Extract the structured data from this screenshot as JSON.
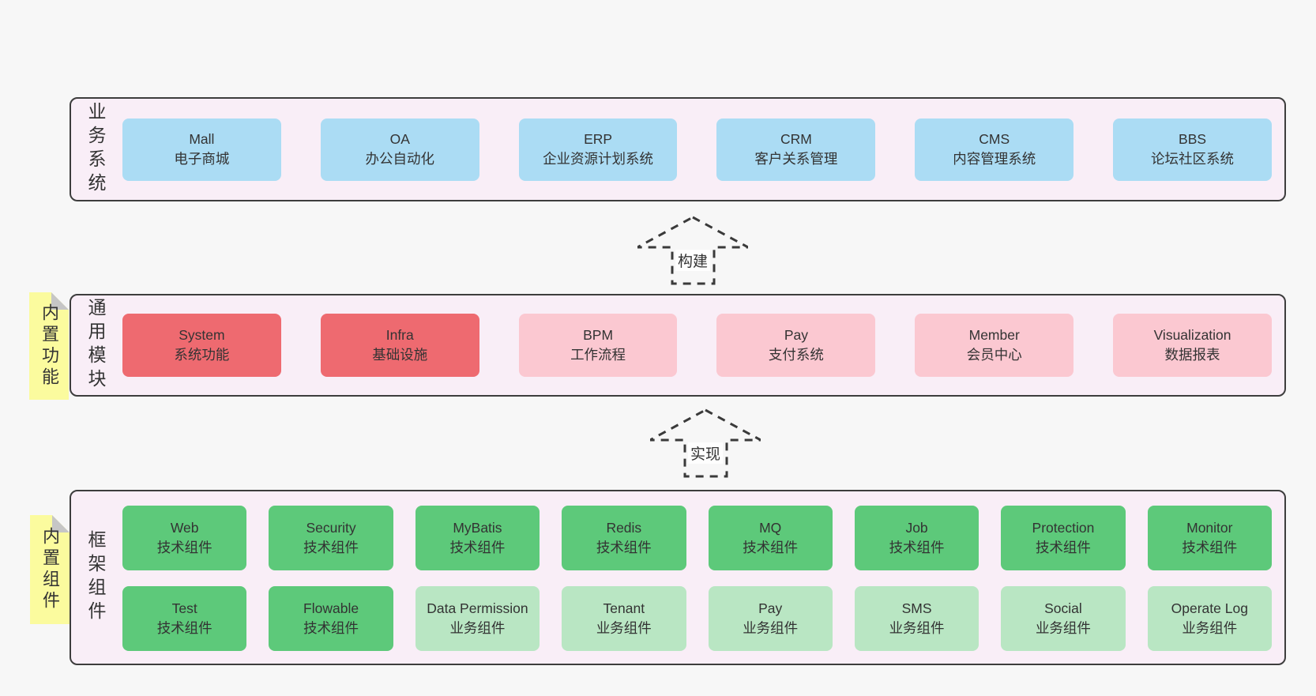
{
  "colors": {
    "page_bg": "#f7f7f7",
    "panel_bg": "#f9eef7",
    "panel_border": "#3d3d3d",
    "blue_box": "#abdcf4",
    "red_box": "#ee6a70",
    "pink_box": "#fbc8d1",
    "green_box": "#5dc97a",
    "light_green_box": "#b9e6c3",
    "sticky_yellow": "#fbfb9e",
    "sticky_fold_gray": "#c6c6c6",
    "text": "#333333"
  },
  "business": {
    "label": "业务系统",
    "boxes": [
      {
        "en": "Mall",
        "zh": "电子商城",
        "variant": "blue"
      },
      {
        "en": "OA",
        "zh": "办公自动化",
        "variant": "blue"
      },
      {
        "en": "ERP",
        "zh": "企业资源计划系统",
        "variant": "blue"
      },
      {
        "en": "CRM",
        "zh": "客户关系管理",
        "variant": "blue"
      },
      {
        "en": "CMS",
        "zh": "内容管理系统",
        "variant": "blue"
      },
      {
        "en": "BBS",
        "zh": "论坛社区系统",
        "variant": "blue"
      }
    ]
  },
  "modules": {
    "label": "通用模块",
    "sticky": "内置功能",
    "boxes": [
      {
        "en": "System",
        "zh": "系统功能",
        "variant": "red"
      },
      {
        "en": "Infra",
        "zh": "基础设施",
        "variant": "red"
      },
      {
        "en": "BPM",
        "zh": "工作流程",
        "variant": "pink"
      },
      {
        "en": "Pay",
        "zh": "支付系统",
        "variant": "pink"
      },
      {
        "en": "Member",
        "zh": "会员中心",
        "variant": "pink"
      },
      {
        "en": "Visualization",
        "zh": "数据报表",
        "variant": "pink"
      }
    ]
  },
  "components": {
    "label": "框架组件",
    "sticky": "内置组件",
    "rows": [
      [
        {
          "en": "Web",
          "zh": "技术组件",
          "variant": "green"
        },
        {
          "en": "Security",
          "zh": "技术组件",
          "variant": "green"
        },
        {
          "en": "MyBatis",
          "zh": "技术组件",
          "variant": "green"
        },
        {
          "en": "Redis",
          "zh": "技术组件",
          "variant": "green"
        },
        {
          "en": "MQ",
          "zh": "技术组件",
          "variant": "green"
        },
        {
          "en": "Job",
          "zh": "技术组件",
          "variant": "green"
        },
        {
          "en": "Protection",
          "zh": "技术组件",
          "variant": "green"
        },
        {
          "en": "Monitor",
          "zh": "技术组件",
          "variant": "green"
        }
      ],
      [
        {
          "en": "Test",
          "zh": "技术组件",
          "variant": "green"
        },
        {
          "en": "Flowable",
          "zh": "技术组件",
          "variant": "green"
        },
        {
          "en": "Data Permission",
          "zh": "业务组件",
          "variant": "light_green"
        },
        {
          "en": "Tenant",
          "zh": "业务组件",
          "variant": "light_green"
        },
        {
          "en": "Pay",
          "zh": "业务组件",
          "variant": "light_green"
        },
        {
          "en": "SMS",
          "zh": "业务组件",
          "variant": "light_green"
        },
        {
          "en": "Social",
          "zh": "业务组件",
          "variant": "light_green"
        },
        {
          "en": "Operate Log",
          "zh": "业务组件",
          "variant": "light_green"
        }
      ]
    ]
  },
  "arrows": [
    {
      "label": "构建"
    },
    {
      "label": "实现"
    }
  ]
}
